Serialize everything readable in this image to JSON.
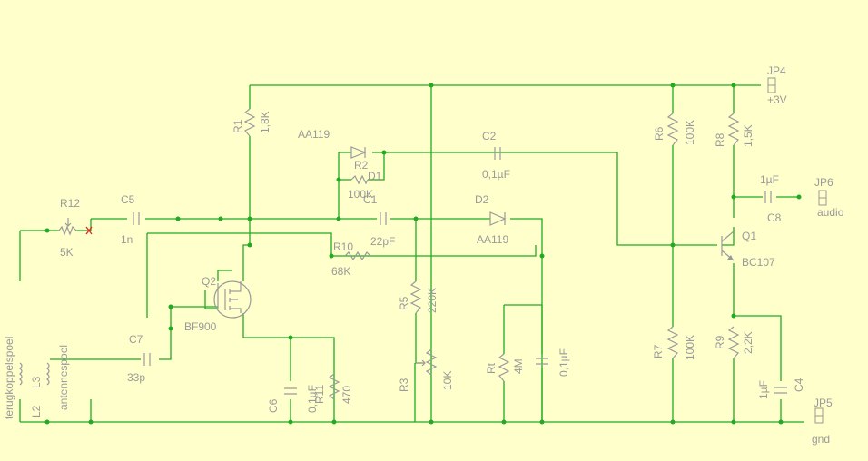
{
  "labels": {
    "r1_name": "R1",
    "r1_value": "1,8K",
    "aa119_top": "AA119",
    "r2_name": "R2",
    "d1_name": "D1",
    "r2_value": "100K",
    "c2_name": "C2",
    "c2_value": "0,1µF",
    "r12_name": "R12",
    "r12_value": "5K",
    "c5_name": "C5",
    "c5_value": "1n",
    "c1_name": "C1",
    "c1_value": "22pF",
    "d2_name": "D2",
    "d2_value": "AA119",
    "r10_name": "R10",
    "r10_value": "68K",
    "q2_name": "Q2",
    "q2_value": "BF900",
    "r5_name": "R5",
    "r5_value": "220K",
    "c7_name": "C7",
    "c7_value": "33p",
    "r3_name": "R3",
    "r3_value": "10K",
    "rt_name": "Rt",
    "rt_value": "4M",
    "c3_value": "0,1µF",
    "c6_name": "C6",
    "c6_value": "0,1µF",
    "r11_name": "R11",
    "r11_value": "470",
    "l2_name": "L2",
    "l3_name": "L3",
    "l2_value": "terugkoppelspoel",
    "l3_value": "antennespoel",
    "r6_name": "R6",
    "r6_value": "100K",
    "r8_name": "R8",
    "r8_value": "1,5K",
    "jp4_name": "JP4",
    "jp4_value": "+3V",
    "c8_value": "1µF",
    "c8_name": "C8",
    "jp6_name": "JP6",
    "jp6_value": "audio",
    "q1_name": "Q1",
    "q1_value": "BC107",
    "r7_name": "R7",
    "r7_value": "100K",
    "r9_name": "R9",
    "r9_value": "2,2K",
    "c4_value": "1µF",
    "c4_name": "C4",
    "jp5_name": "JP5",
    "jp5_value": "gnd"
  }
}
